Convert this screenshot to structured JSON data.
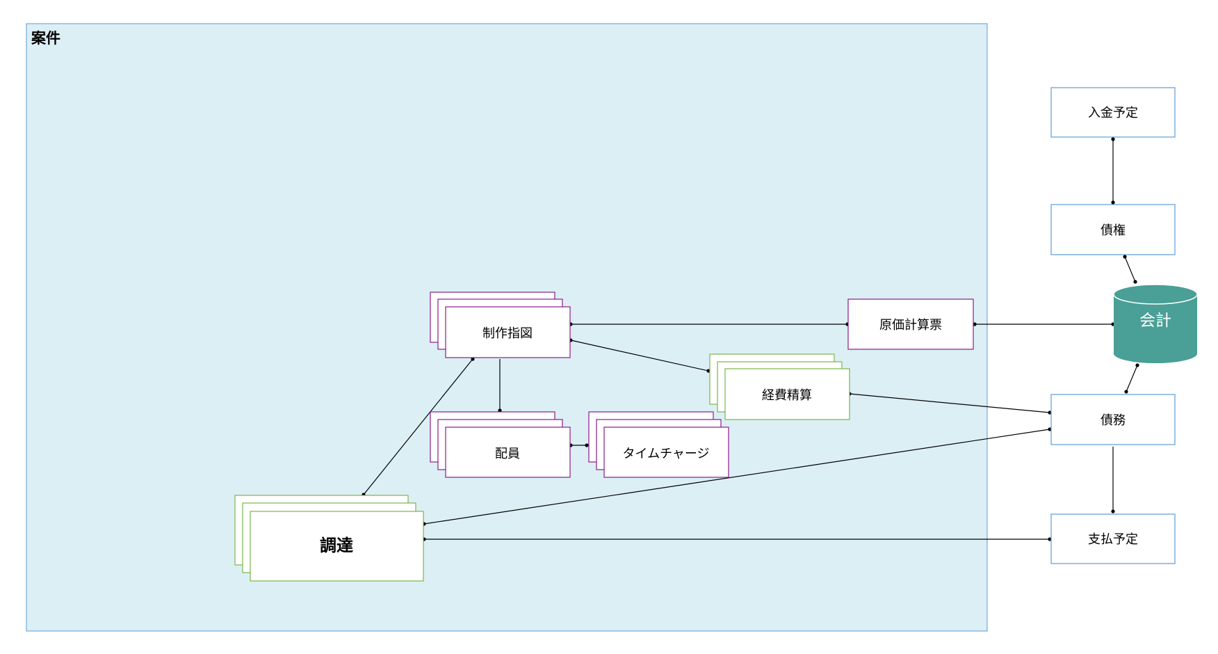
{
  "container": {
    "label": "案件",
    "fill": "#dceff5",
    "stroke": "#5b9bd5"
  },
  "colors": {
    "purple_border": "#8b1a8b",
    "green_border": "#7ab648",
    "blue_border": "#5b9bd5",
    "db_fill": "#4a9f96",
    "edge": "#000000"
  },
  "nodes": {
    "seisaku_shizu": "制作指図",
    "haiin": "配員",
    "time_charge": "タイムチャージ",
    "keihi_seisan": "経費精算",
    "chotatsu": "調達",
    "genka_keisanhyo": "原価計算票",
    "nyukin_yotei": "入金予定",
    "saiken": "債権",
    "kaikei": "会計",
    "saimu": "債務",
    "shiharai_yotei": "支払予定"
  }
}
